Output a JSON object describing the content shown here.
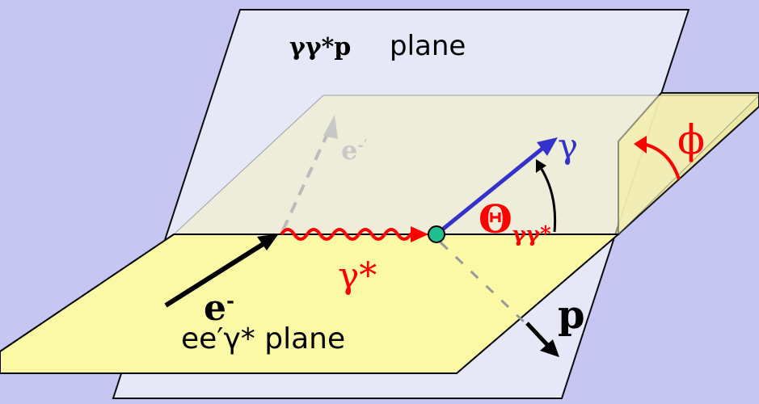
{
  "planes": {
    "upper_label_greek": "γγ*p",
    "upper_label_text": "plane",
    "lower_label_prefix": "ee′γ*",
    "lower_label_text": "plane"
  },
  "particles": {
    "electron_in": "e",
    "electron_in_sup": "-",
    "electron_out": "e",
    "electron_out_sup": "-′",
    "virtual_photon": "γ*",
    "real_photon": "γ",
    "proton": "p"
  },
  "angles": {
    "theta": "Θ",
    "theta_sub": "γγ*",
    "phi": "ϕ"
  },
  "colors": {
    "background": "#c5c6f2",
    "upper_plane_fill": "#e8eaf8",
    "lower_plane_fill": "#fbf8a6",
    "side_plane_fill": "#f1ec9c",
    "virtual_photon": "#ff0000",
    "real_photon": "#3333cc",
    "vertex": "#1fbf8f",
    "electron": "#000000"
  }
}
